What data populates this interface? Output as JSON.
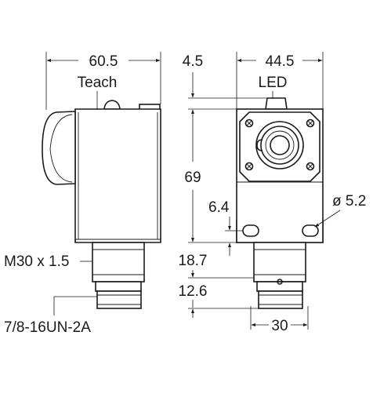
{
  "labels": {
    "width_side": "60.5",
    "teach": "Teach",
    "thread_m30": "M30 x 1.5",
    "thread_7_8": "7/8-16UN-2A",
    "offset_top": "4.5",
    "width_front": "44.5",
    "led": "LED",
    "height_body": "69",
    "hole_offset": "6.4",
    "hole_dia": "ø 5.2",
    "neck_height": "18.7",
    "connector_height": "12.6",
    "connector_width": "30"
  },
  "colors": {
    "line": "#1a1a1a",
    "background": "#ffffff"
  }
}
